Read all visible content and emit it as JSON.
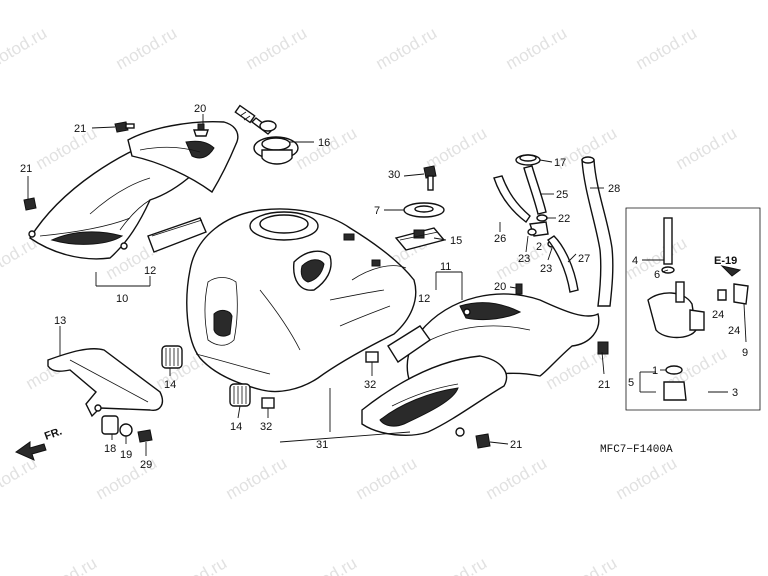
{
  "watermark": "motod.ru",
  "diagram_code": "MFC7−F1400A",
  "ref_label": "E-19",
  "direction_label": "FR.",
  "callouts": {
    "c1": "1",
    "c2": "2",
    "c3": "3",
    "c4": "4",
    "c5": "5",
    "c6": "6",
    "c7": "7",
    "c9": "9",
    "c10": "10",
    "c11": "11",
    "c12a": "12",
    "c12b": "12",
    "c13": "13",
    "c14a": "14",
    "c14b": "14",
    "c15": "15",
    "c16": "16",
    "c17": "17",
    "c18": "18",
    "c19": "19",
    "c20a": "20",
    "c20b": "20",
    "c21a": "21",
    "c21b": "21",
    "c21c": "21",
    "c21d": "21",
    "c22": "22",
    "c23a": "23",
    "c23b": "23",
    "c24a": "24",
    "c24b": "24",
    "c25": "25",
    "c26": "26",
    "c27": "27",
    "c28": "28",
    "c29": "29",
    "c30": "30",
    "c31": "31",
    "c32a": "32",
    "c32b": "32"
  }
}
